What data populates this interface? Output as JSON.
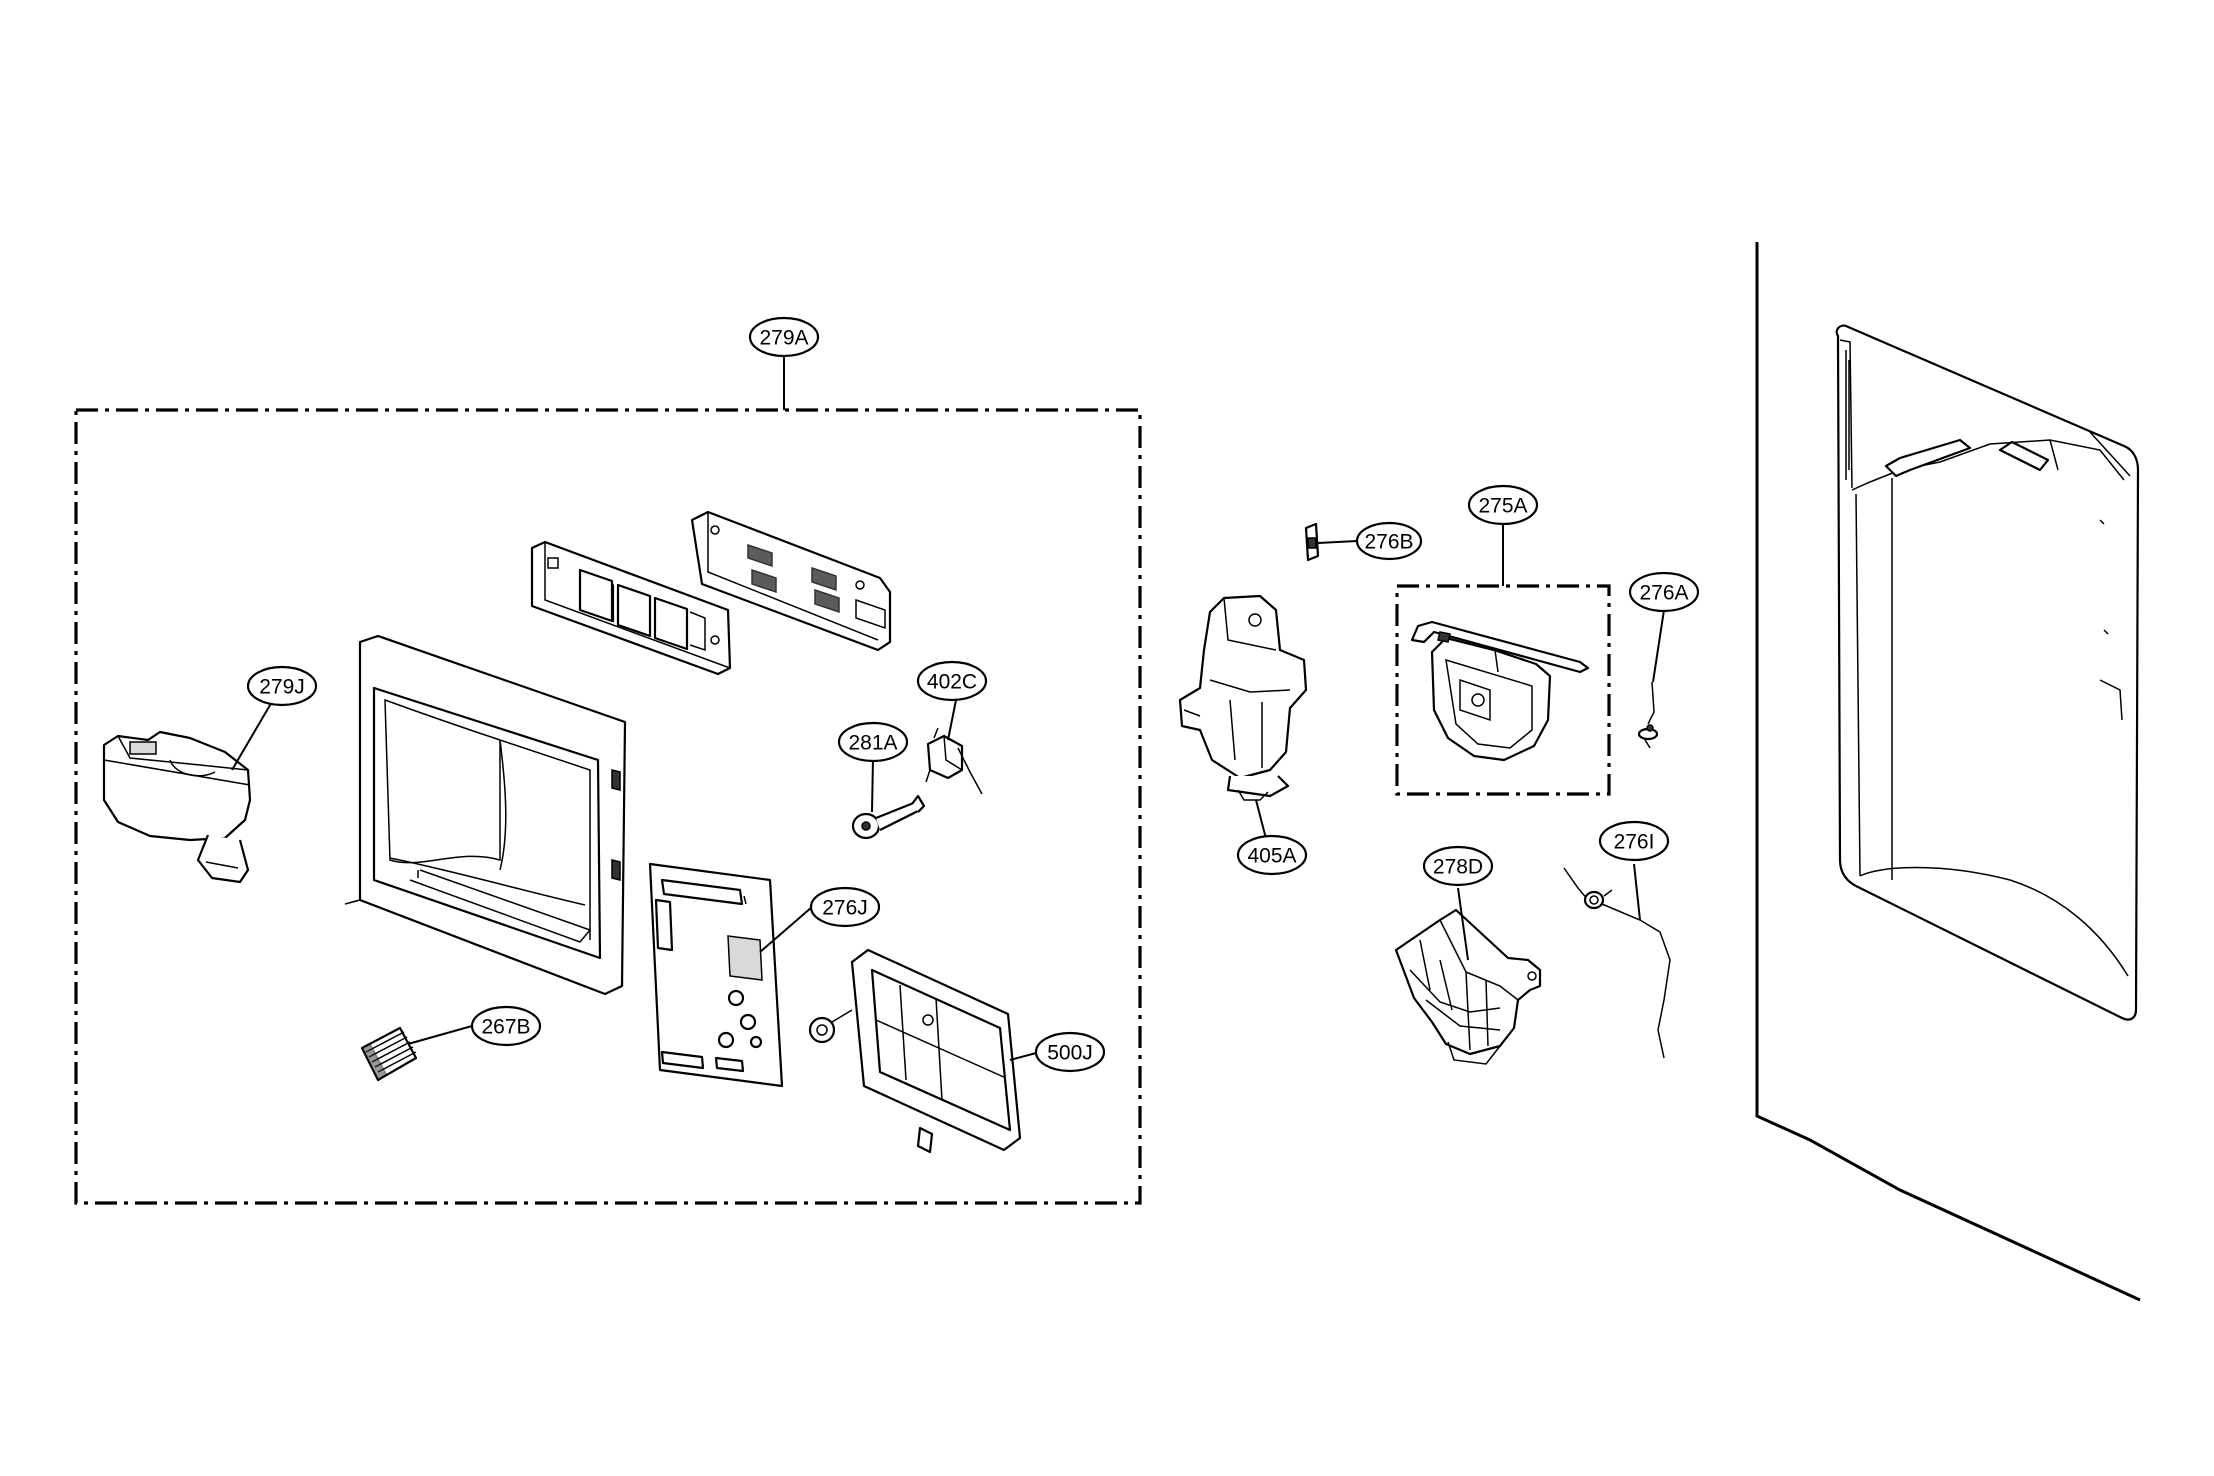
{
  "labels": {
    "l279A": "279A",
    "l279J": "279J",
    "l402C": "402C",
    "l281A": "281A",
    "l276J": "276J",
    "l267B": "267B",
    "l500J": "500J",
    "l276B": "276B",
    "l275A": "275A",
    "l276A": "276A",
    "l405A": "405A",
    "l278D": "278D",
    "l276I": "276I"
  }
}
